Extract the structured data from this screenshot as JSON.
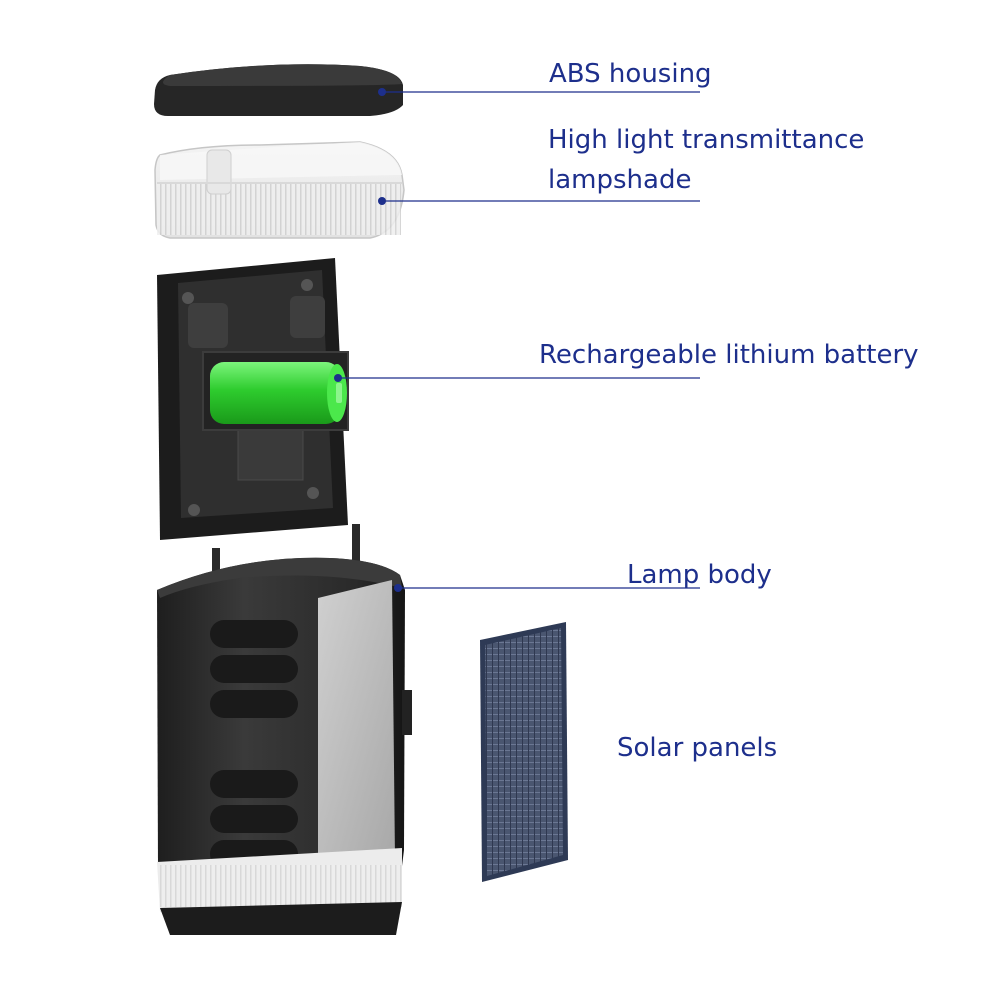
{
  "components": [
    {
      "id": "abs-housing",
      "label_lines": [
        "ABS housing"
      ]
    },
    {
      "id": "lampshade",
      "label_lines": [
        "High light transmittance",
        "lampshade"
      ]
    },
    {
      "id": "battery",
      "label_lines": [
        "Rechargeable lithium battery"
      ]
    },
    {
      "id": "lamp-body",
      "label_lines": [
        "Lamp body"
      ]
    },
    {
      "id": "solar-panels",
      "label_lines": [
        "Solar panels"
      ]
    }
  ],
  "colors": {
    "label_text": "#1d2f8c",
    "leader_line": "#1d2f8c",
    "housing_dark": "#2b2b2b",
    "battery_green": "#35d335",
    "solar_blue": "#3a4a6a"
  }
}
